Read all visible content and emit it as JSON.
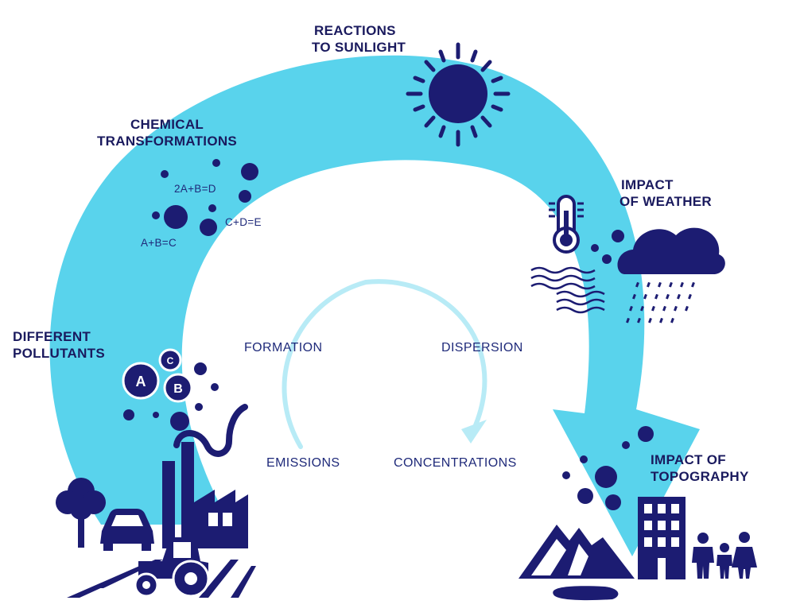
{
  "diagram": {
    "colors": {
      "arc": "#59d3ec",
      "icon": "#1c1c72",
      "inner_arrow": "#b8ebf6",
      "label_text": "#1a1a5e",
      "inner_text": "#1f2a7a"
    },
    "labels": {
      "reactions": [
        "REACTIONS",
        "TO SUNLIGHT"
      ],
      "chemical": [
        "CHEMICAL",
        "TRANSFORMATIONS"
      ],
      "weather": [
        "IMPACT",
        "OF WEATHER"
      ],
      "pollutants": [
        "DIFFERENT",
        "POLLUTANTS"
      ],
      "topography": [
        "IMPACT OF",
        "TOPOGRAPHY"
      ]
    },
    "equations": [
      "2A+B=D",
      "C+D=E",
      "A+B=C"
    ],
    "pollutant_letters": [
      "A",
      "B",
      "C"
    ],
    "inner_cycle": {
      "formation": "FORMATION",
      "dispersion": "DISPERSION",
      "emissions": "EMISSIONS",
      "concentrations": "CONCENTRATIONS"
    },
    "icons": [
      "sun-icon",
      "thermometer-icon",
      "rain-cloud-icon",
      "wind-icon",
      "factory-icon",
      "tree-icon",
      "car-icon",
      "tractor-icon",
      "mountain-icon",
      "building-icon",
      "family-icon"
    ]
  }
}
